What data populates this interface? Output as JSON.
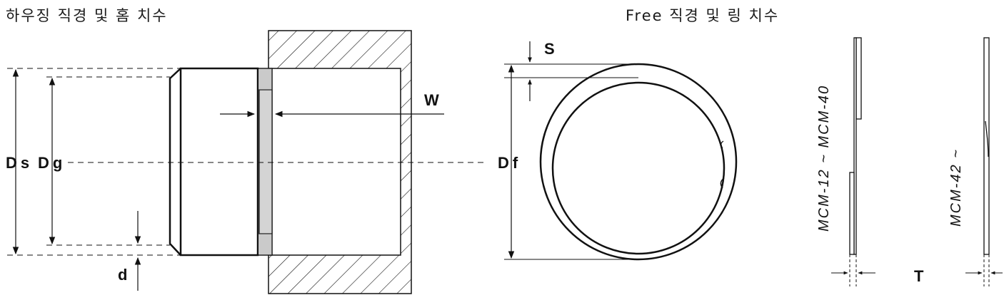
{
  "titles": {
    "left": "하우징 직경 및 홈 치수",
    "right": "Free 직경 및 링 치수"
  },
  "labels": {
    "ds": "Ds",
    "dg": "Dg",
    "d": "d",
    "w": "W",
    "s": "S",
    "df": "Df",
    "t": "T",
    "model_range_a": "MCM-12 ~ MCM-40",
    "model_range_b": "MCM-42 ~"
  },
  "colors": {
    "line": "#111111",
    "groove_fill": "#d4d4d4",
    "background": "#ffffff"
  }
}
